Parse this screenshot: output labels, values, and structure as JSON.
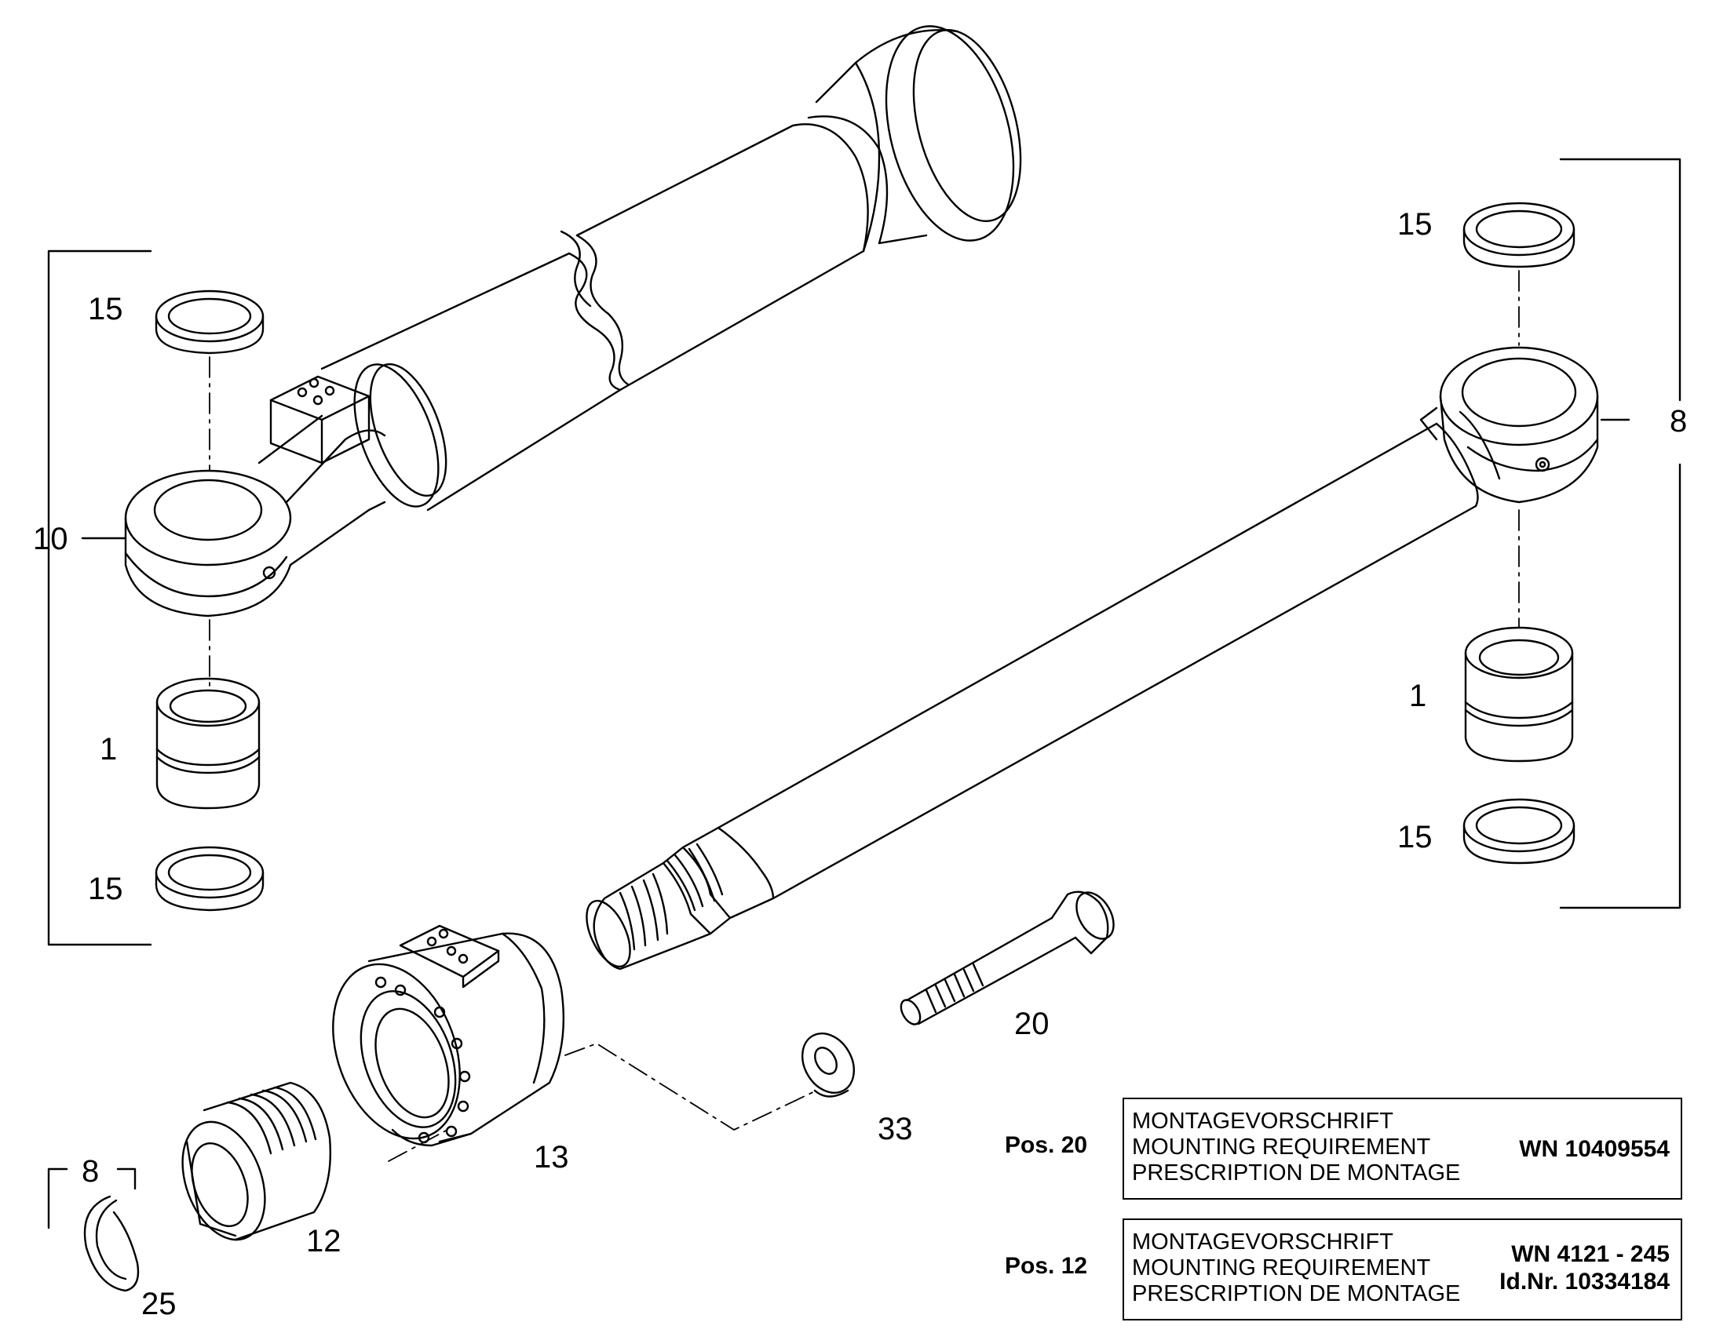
{
  "callouts": {
    "left_seal_top": "15",
    "left_eye": "10",
    "left_bushing": "1",
    "left_seal_bottom": "15",
    "right_seal_top": "15",
    "right_eye": "8",
    "right_bushing": "1",
    "right_seal_bottom": "15",
    "screw": "20",
    "washer": "33",
    "head": "13",
    "nut": "12",
    "snap_ring_group": "8",
    "snap_ring": "25"
  },
  "notes": [
    {
      "pos_label": "Pos. 20",
      "lines": [
        "MONTAGEVORSCHRIFT",
        "MOUNTING REQUIREMENT",
        "PRESCRIPTION DE MONTAGE"
      ],
      "ref_lines": [
        "WN 10409554"
      ]
    },
    {
      "pos_label": "Pos. 12",
      "lines": [
        "MONTAGEVORSCHRIFT",
        "MOUNTING REQUIREMENT",
        "PRESCRIPTION DE MONTAGE"
      ],
      "ref_lines": [
        "WN 4121 - 245",
        "Id.Nr. 10334184"
      ]
    }
  ]
}
